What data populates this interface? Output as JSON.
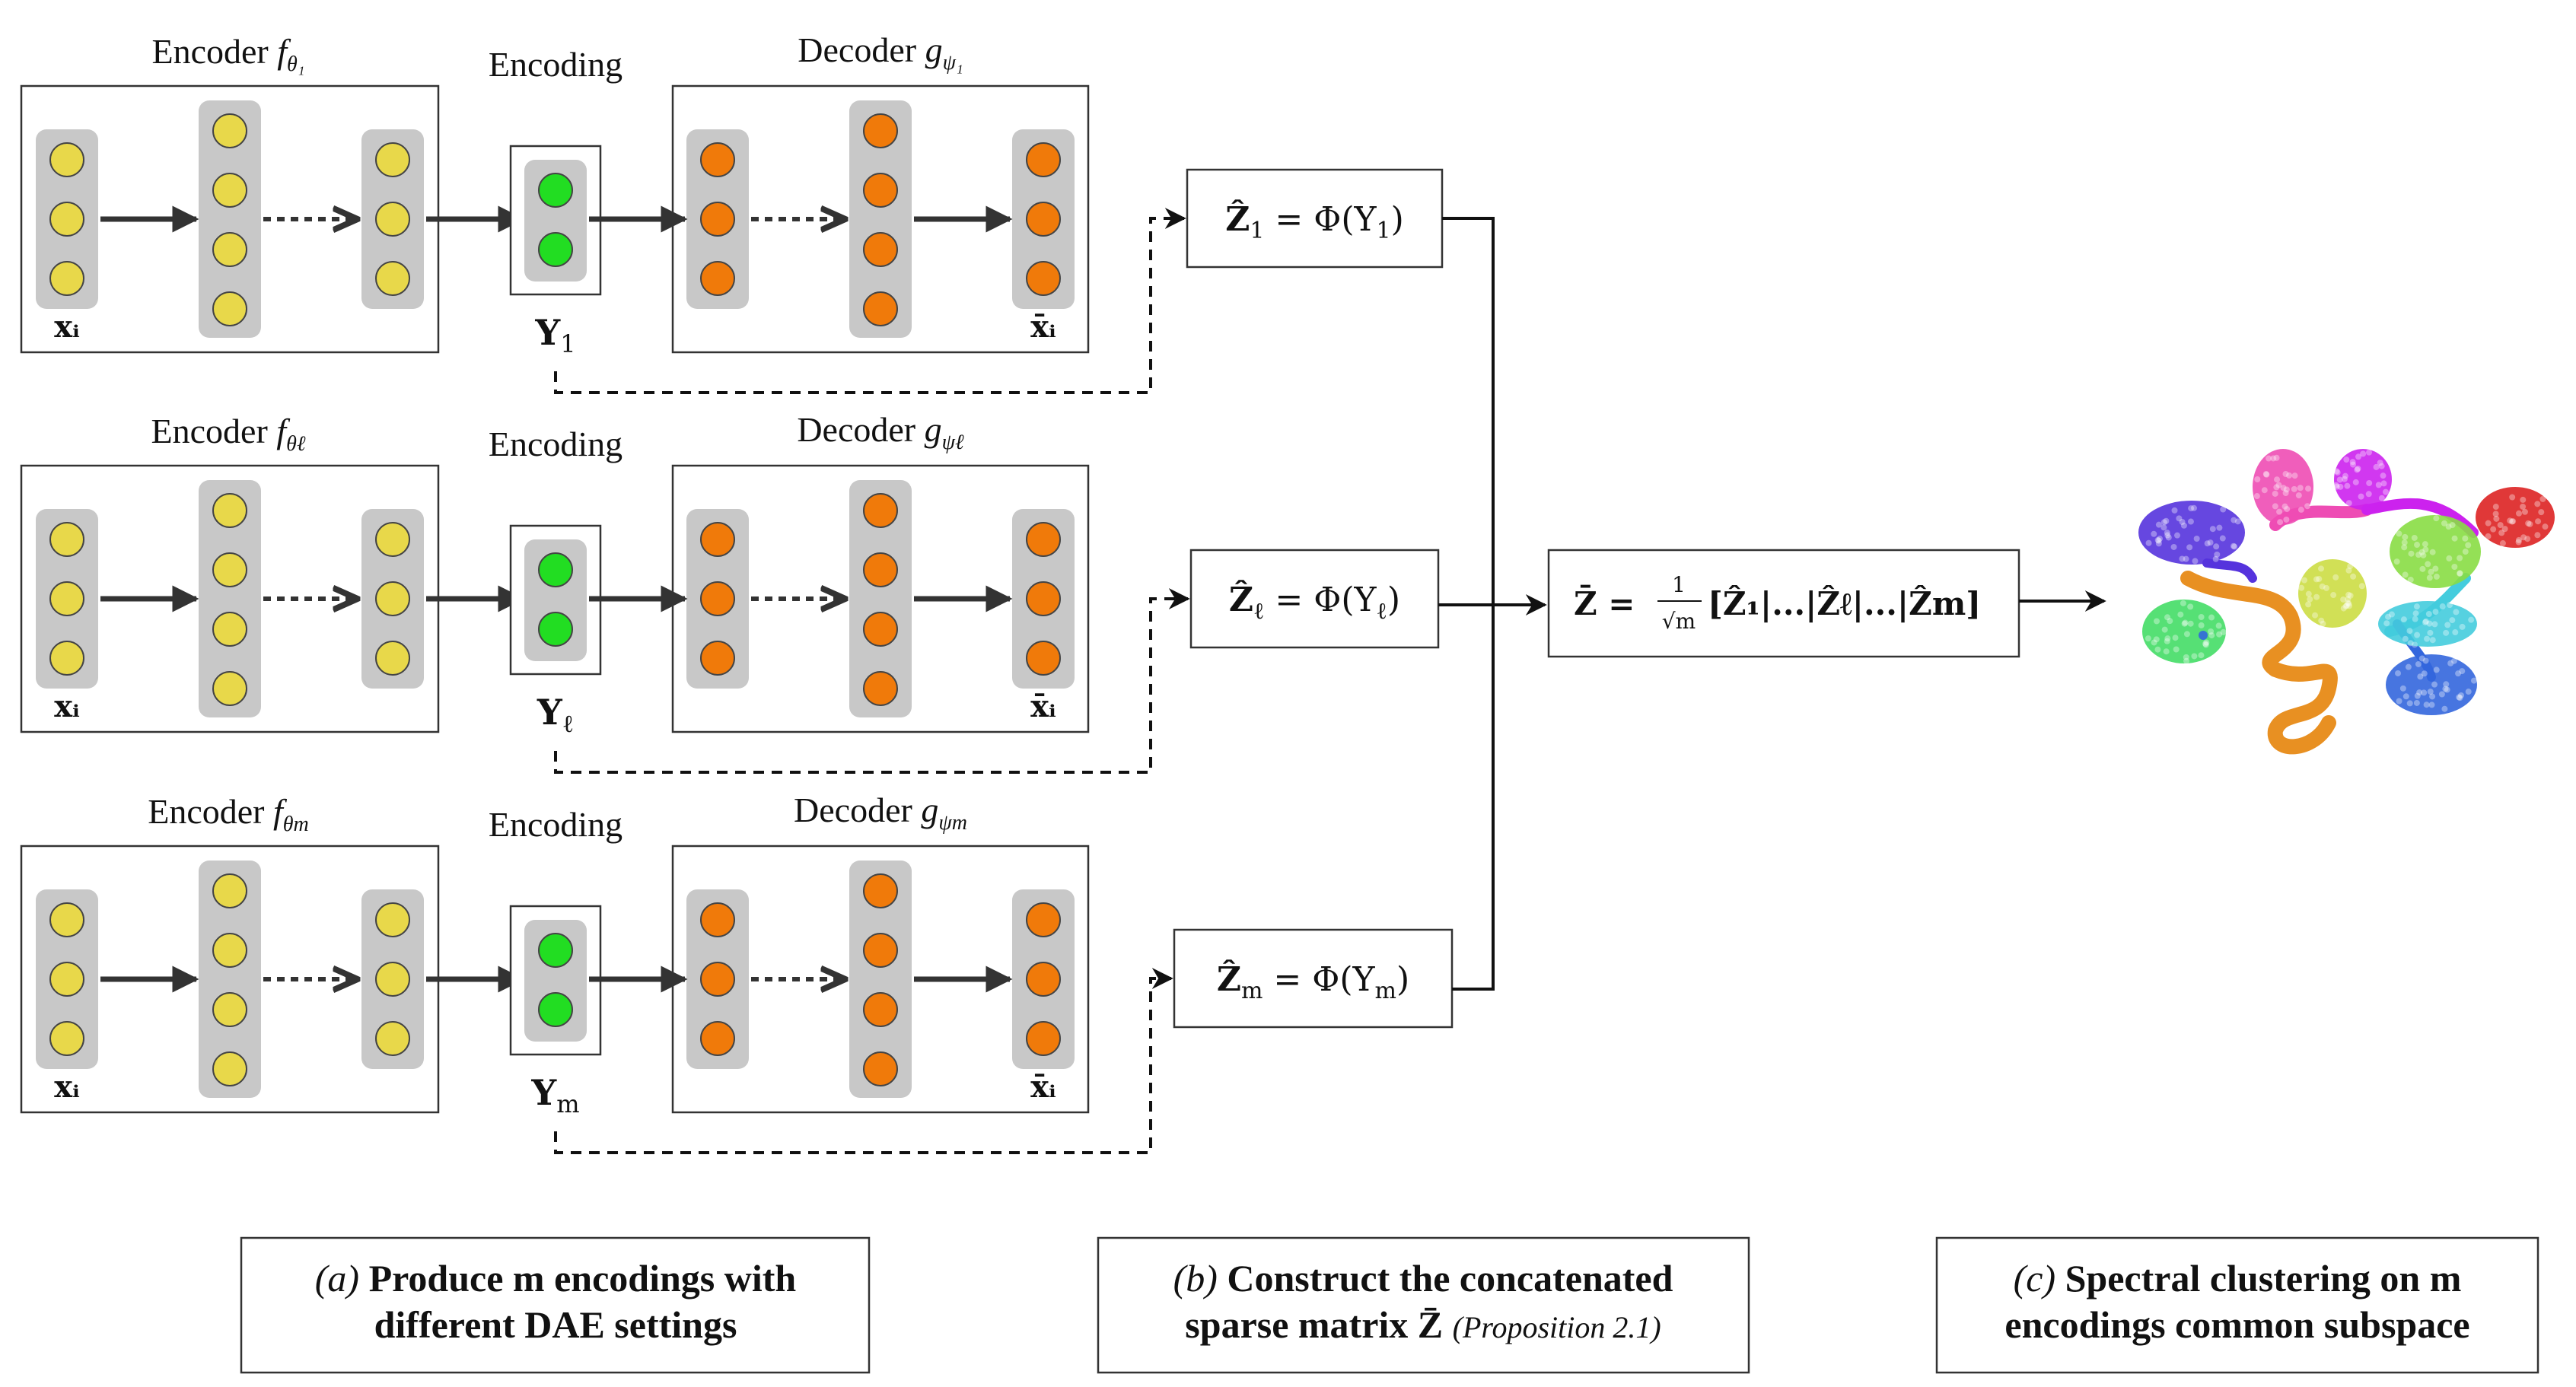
{
  "rows": [
    {
      "encoder_word": "Encoder",
      "encoder_sym": "f",
      "encoder_sub": "θ₁",
      "encoding_label": "Encoding",
      "decoder_word": "Decoder",
      "decoder_sym": "g",
      "decoder_sub": "ψ₁",
      "input_label": "xᵢ",
      "latent_sym": "Y",
      "latent_sub": "1",
      "output_label": "x̄ᵢ",
      "phi_lhs": "Ẑ",
      "phi_sub": "1",
      "phi_rhs_open": " = Φ(Y",
      "phi_rhs_close": ")"
    },
    {
      "encoder_word": "Encoder",
      "encoder_sym": "f",
      "encoder_sub": "θℓ",
      "encoding_label": "Encoding",
      "decoder_word": "Decoder",
      "decoder_sym": "g",
      "decoder_sub": "ψℓ",
      "input_label": "xᵢ",
      "latent_sym": "Y",
      "latent_sub": "ℓ",
      "output_label": "x̄ᵢ",
      "phi_lhs": "Ẑ",
      "phi_sub": "ℓ",
      "phi_rhs_open": " = Φ(Y",
      "phi_rhs_close": ")"
    },
    {
      "encoder_word": "Encoder",
      "encoder_sym": "f",
      "encoder_sub": "θm",
      "encoding_label": "Encoding",
      "decoder_word": "Decoder",
      "decoder_sym": "g",
      "decoder_sub": "ψm",
      "input_label": "xᵢ",
      "latent_sym": "Y",
      "latent_sub": "m",
      "output_label": "x̄ᵢ",
      "phi_lhs": "Ẑ",
      "phi_sub": "m",
      "phi_rhs_open": " = Φ(Y",
      "phi_rhs_close": ")"
    }
  ],
  "concat_formula": {
    "lhs": "Z̄ = ",
    "frac_num": "1",
    "frac_den": "√m",
    "rhs": "[Ẑ₁|...|Ẑℓ|...|Ẑm]"
  },
  "captions": {
    "a": {
      "tag": "(a)",
      "line1": "Produce m encodings with",
      "line2": "different DAE settings"
    },
    "b": {
      "tag": "(b)",
      "line1": "Construct the concatenated",
      "line2": "sparse matrix Z̄",
      "note": "(Proposition 2.1)"
    },
    "c": {
      "tag": "(c)",
      "line1": "Spectral clustering on m",
      "line2": "encodings common subspace"
    }
  },
  "colors": {
    "layer_bg": "#c8c8c8",
    "input_node": "#e8d84a",
    "latent_node": "#22dd22",
    "output_node": "#f07a0a",
    "clusters": [
      "#5533dd",
      "#ee4cb4",
      "#cc22ee",
      "#dd2222",
      "#88dd44",
      "#ccdd44",
      "#e89022",
      "#44dd66",
      "#44ccdd",
      "#3366dd"
    ]
  },
  "icons": [
    "arrow-right-icon",
    "dashed-arrow-icon",
    "neuron-node-icon",
    "cluster-blob-icon"
  ]
}
